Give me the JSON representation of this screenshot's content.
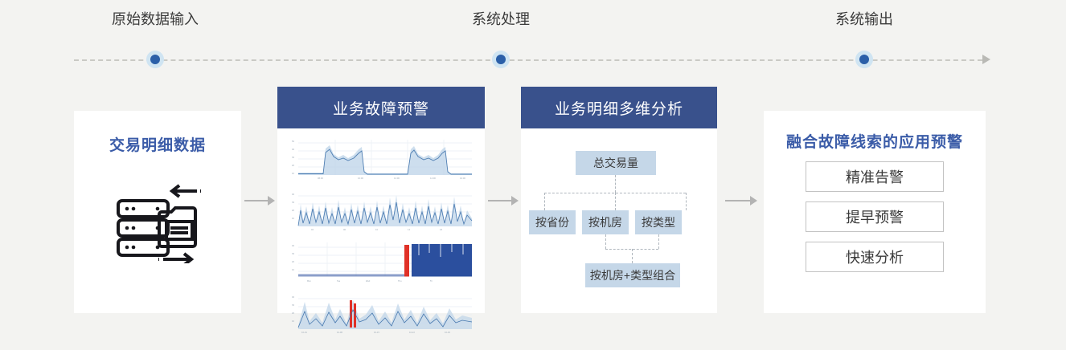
{
  "timeline": {
    "steps": [
      {
        "label": "原始数据输入",
        "x": 193
      },
      {
        "label": "系统处理",
        "x": 623
      },
      {
        "label": "系统输出",
        "x": 1075
      }
    ],
    "end_arrow_icon": "arrow-right-icon"
  },
  "colors": {
    "background": "#f3f3f1",
    "header_blue": "#39518c",
    "title_blue": "#3b5ca8",
    "node_fill": "#c5d7e8",
    "dot_inner": "#2b5fa8",
    "dot_outer": "#cfe4f2",
    "connector_gray": "#b3b3b3",
    "chart_line": "#3a6ea8",
    "chart_band": "#bcd3e8",
    "chart_alert_red": "#e03127",
    "chart_block_blue": "#2b4f9e"
  },
  "cards": {
    "card1": {
      "title": "交易明细数据",
      "icon": "database-stack-exchange-icon"
    },
    "card2": {
      "header": "业务故障预警",
      "charts": [
        {
          "name": "plateau-timeseries",
          "type": "line"
        },
        {
          "name": "spiky-timeseries",
          "type": "line"
        },
        {
          "name": "alert-block-timeseries",
          "type": "area"
        },
        {
          "name": "peaks-timeseries",
          "type": "line"
        }
      ]
    },
    "card3": {
      "header": "业务明细多维分析",
      "tree": {
        "root": "总交易量",
        "children": [
          "按省份",
          "按机房",
          "按类型"
        ],
        "leaf": "按机房+类型组合"
      }
    },
    "card4": {
      "title": "融合故障线索的应用预警",
      "items": [
        "精准告警",
        "提早预警",
        "快速分析"
      ]
    }
  },
  "chart_data": {
    "type": "line",
    "title": "业务故障预警",
    "xlabel": "",
    "ylabel": "",
    "charts": [
      {
        "name": "plateau-timeseries",
        "type": "line",
        "description": "两个高平台段的交易量曲线，带置信区间带",
        "x": [
          0,
          5,
          10,
          15,
          18,
          20,
          22,
          25,
          28,
          30,
          33,
          36,
          40,
          43,
          46,
          48,
          50,
          53,
          56,
          60,
          63,
          66,
          70,
          73,
          76,
          80,
          83,
          86,
          90,
          93,
          96,
          100
        ],
        "values": [
          6,
          6,
          6,
          6,
          6,
          40,
          44,
          34,
          30,
          33,
          29,
          27,
          30,
          33,
          40,
          42,
          8,
          6,
          6,
          6,
          6,
          6,
          6,
          36,
          44,
          34,
          30,
          33,
          30,
          34,
          42,
          8
        ],
        "band_upper": [
          9,
          9,
          9,
          9,
          9,
          48,
          50,
          40,
          36,
          39,
          35,
          33,
          36,
          39,
          46,
          49,
          12,
          9,
          9,
          9,
          9,
          9,
          9,
          43,
          50,
          40,
          36,
          39,
          36,
          40,
          49,
          12
        ],
        "band_lower": [
          4,
          4,
          4,
          4,
          4,
          31,
          36,
          27,
          23,
          26,
          22,
          20,
          23,
          26,
          33,
          35,
          5,
          4,
          4,
          4,
          4,
          4,
          4,
          28,
          36,
          27,
          23,
          26,
          23,
          27,
          35,
          5
        ],
        "ylim": [
          0,
          55
        ]
      },
      {
        "name": "spiky-timeseries",
        "type": "line",
        "description": "高频尖峰交易量曲线，带置信区间带",
        "x": [
          0,
          3,
          6,
          9,
          12,
          15,
          18,
          21,
          24,
          27,
          30,
          33,
          36,
          39,
          42,
          45,
          48,
          51,
          54,
          57,
          60,
          63,
          66,
          69,
          72,
          75,
          78,
          81,
          84,
          87,
          90,
          93,
          96,
          100
        ],
        "values": [
          18,
          34,
          16,
          30,
          14,
          36,
          18,
          32,
          15,
          35,
          17,
          31,
          16,
          38,
          18,
          30,
          15,
          34,
          17,
          33,
          16,
          36,
          18,
          31,
          15,
          37,
          17,
          32,
          16,
          40,
          20,
          44,
          18,
          26
        ],
        "ylim": [
          0,
          50
        ]
      },
      {
        "name": "alert-block-timeseries",
        "type": "area",
        "description": "前段平坦，约63%处出现红色告警柱，随后为深蓝色持续高值区块",
        "flat_until_pct": 62,
        "alert_marker_pct": 63,
        "block_start_pct": 66,
        "block_end_pct": 100,
        "flat_value": 3,
        "block_value": 46,
        "ylim": [
          0,
          50
        ]
      },
      {
        "name": "peaks-timeseries",
        "type": "line",
        "description": "多峰交易量曲线，约35%处出现红色异常峰",
        "x": [
          0,
          4,
          8,
          12,
          16,
          20,
          24,
          28,
          32,
          36,
          40,
          44,
          48,
          52,
          56,
          60,
          64,
          68,
          72,
          76,
          80,
          84,
          88,
          92,
          96,
          100
        ],
        "values": [
          8,
          34,
          14,
          22,
          10,
          30,
          12,
          18,
          36,
          20,
          14,
          28,
          12,
          24,
          10,
          26,
          14,
          30,
          12,
          22,
          16,
          28,
          12,
          20,
          14,
          18
        ],
        "alert_marker_pct": 35,
        "ylim": [
          0,
          45
        ]
      }
    ]
  }
}
